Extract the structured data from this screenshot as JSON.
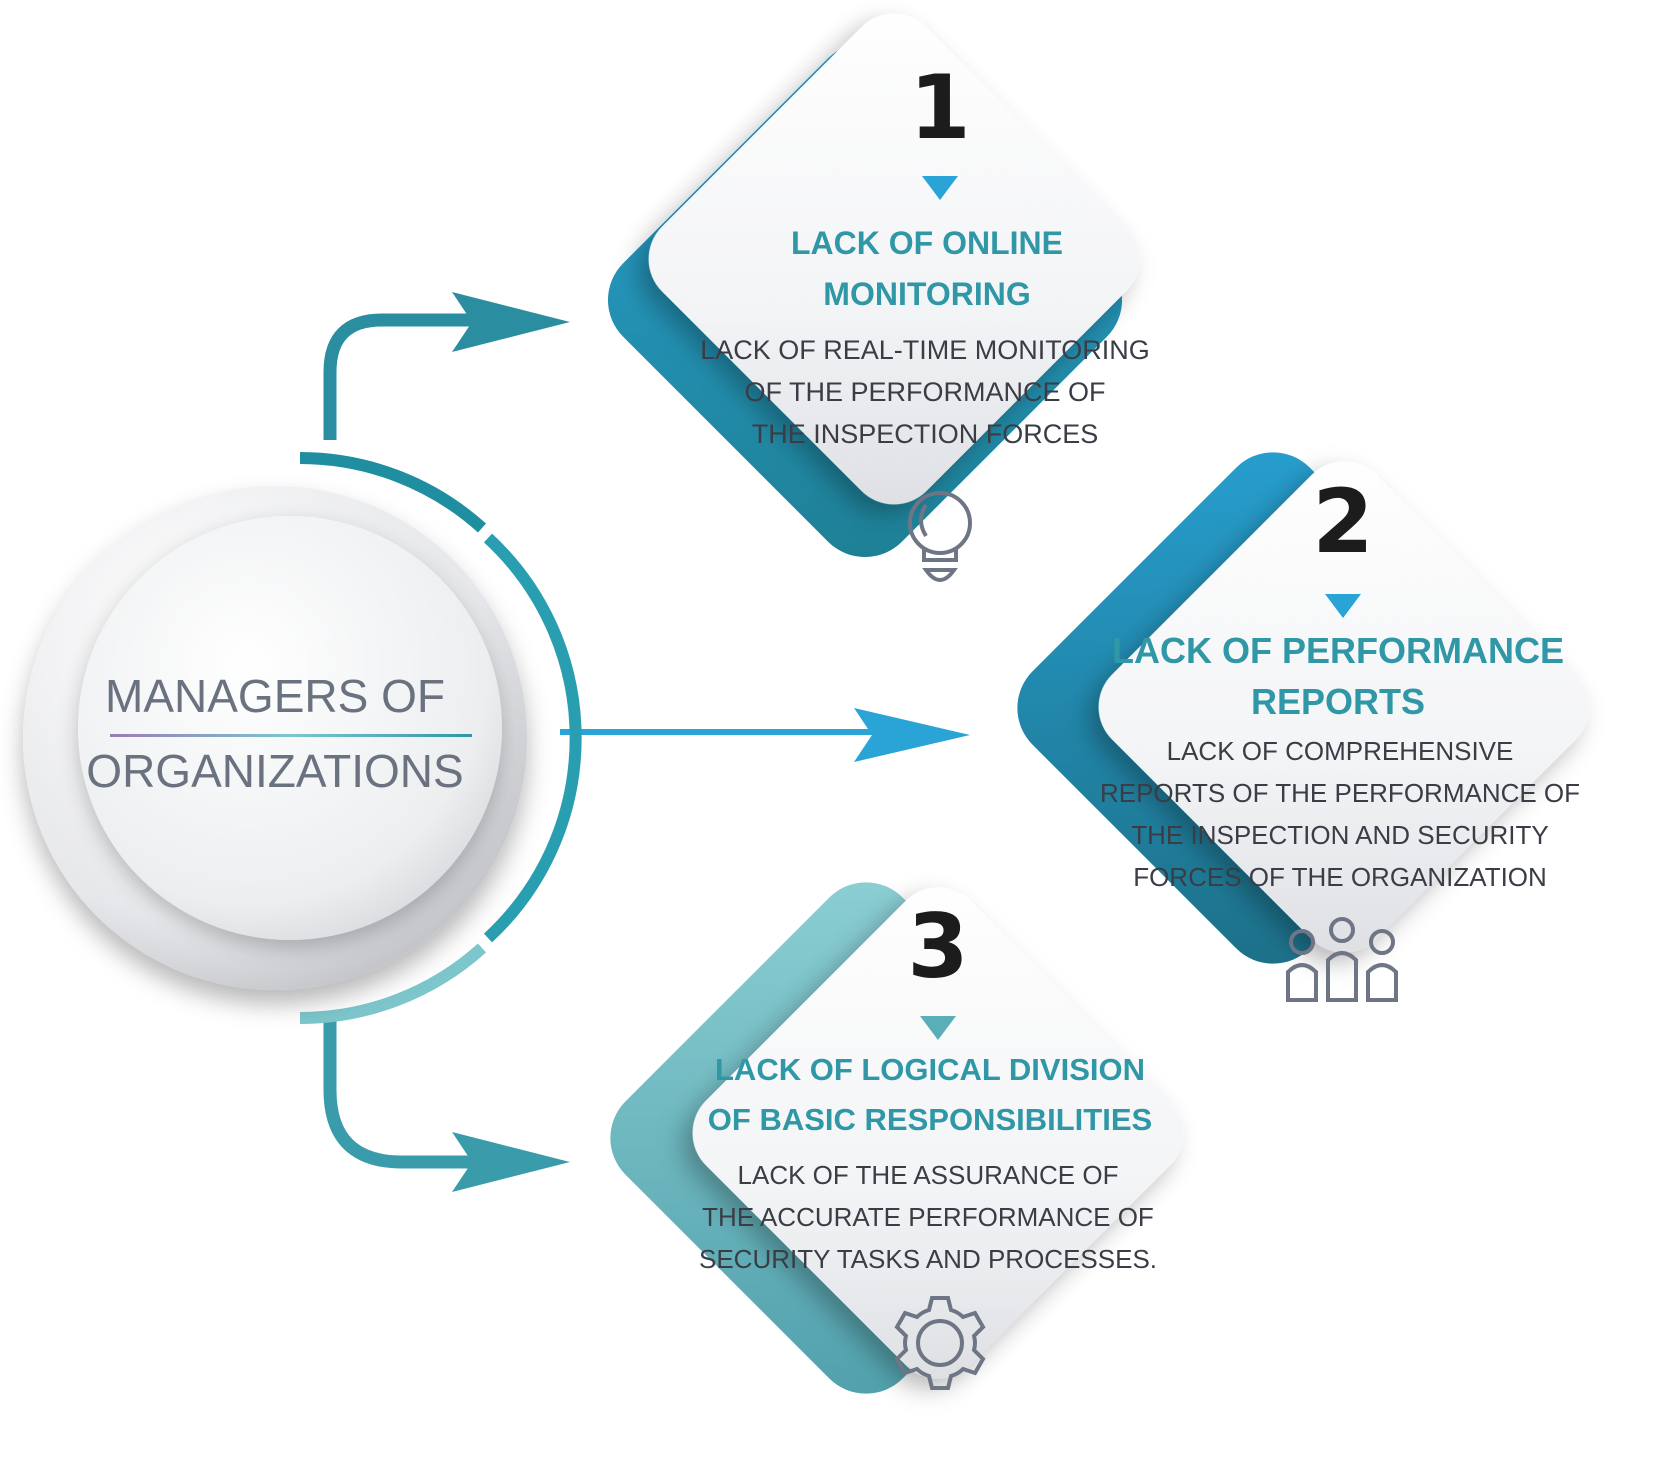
{
  "center": {
    "line1": "MANAGERS OF",
    "line2": "ORGANIZATIONS"
  },
  "cards": [
    {
      "number": "1",
      "title": [
        "LACK OF ONLINE",
        "MONITORING"
      ],
      "body": [
        "LACK OF REAL-TIME MONITORING",
        "OF THE PERFORMANCE OF",
        "THE INSPECTION FORCES"
      ],
      "icon": "lightbulb-icon"
    },
    {
      "number": "2",
      "title": [
        "LACK OF PERFORMANCE",
        "REPORTS"
      ],
      "body": [
        "LACK OF COMPREHENSIVE",
        "REPORTS OF THE PERFORMANCE OF",
        "THE INSPECTION AND SECURITY",
        "FORCES OF THE ORGANIZATION"
      ],
      "icon": "people-icon"
    },
    {
      "number": "3",
      "title": [
        "LACK OF LOGICAL DIVISION",
        "OF BASIC RESPONSIBILITIES"
      ],
      "body": [
        "LACK OF THE ASSURANCE OF",
        "THE ACCURATE PERFORMANCE OF",
        "SECURITY TASKS AND PROCESSES."
      ],
      "icon": "gear-icon"
    }
  ],
  "colors": {
    "teal_dark": "#1f8ea0",
    "teal_blue": "#2aa3d6",
    "teal_light": "#7cc6cc",
    "title_teal": "#2f97a6",
    "text_dark": "#3a3d45",
    "center_text": "#6a7280"
  }
}
